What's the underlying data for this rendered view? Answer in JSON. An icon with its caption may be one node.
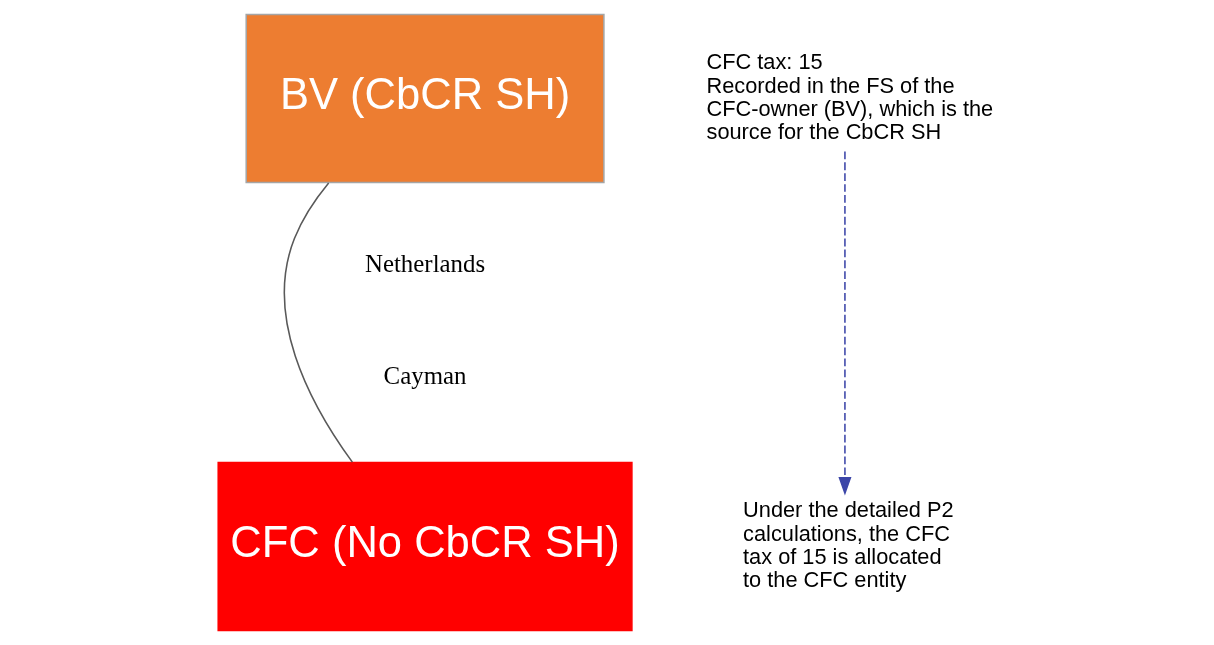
{
  "diagram": {
    "nodes": [
      {
        "text": [
          "BV (CbCR SH)"
        ]
      },
      {
        "text": [
          "CFC (No CbCR SH)"
        ]
      },
      {
        "text": [
          "CFC tax: 15",
          "Recorded in the FS of the CFC-owner (BV), which is the source for the CbCR SH"
        ]
      },
      {
        "text": [
          "Under the detailed P2 calculations, the CFC tax of 15 is allocated to the CFC entity"
        ]
      }
    ],
    "edges": [
      {
        "from": 0,
        "to": 1,
        "arrow": "none"
      },
      {
        "from": 2,
        "to": 3,
        "arrow": "to",
        "style": "dashed",
        "color": "#3c46a8"
      }
    ],
    "labels": [
      "Netherlands",
      "Cayman"
    ]
  }
}
